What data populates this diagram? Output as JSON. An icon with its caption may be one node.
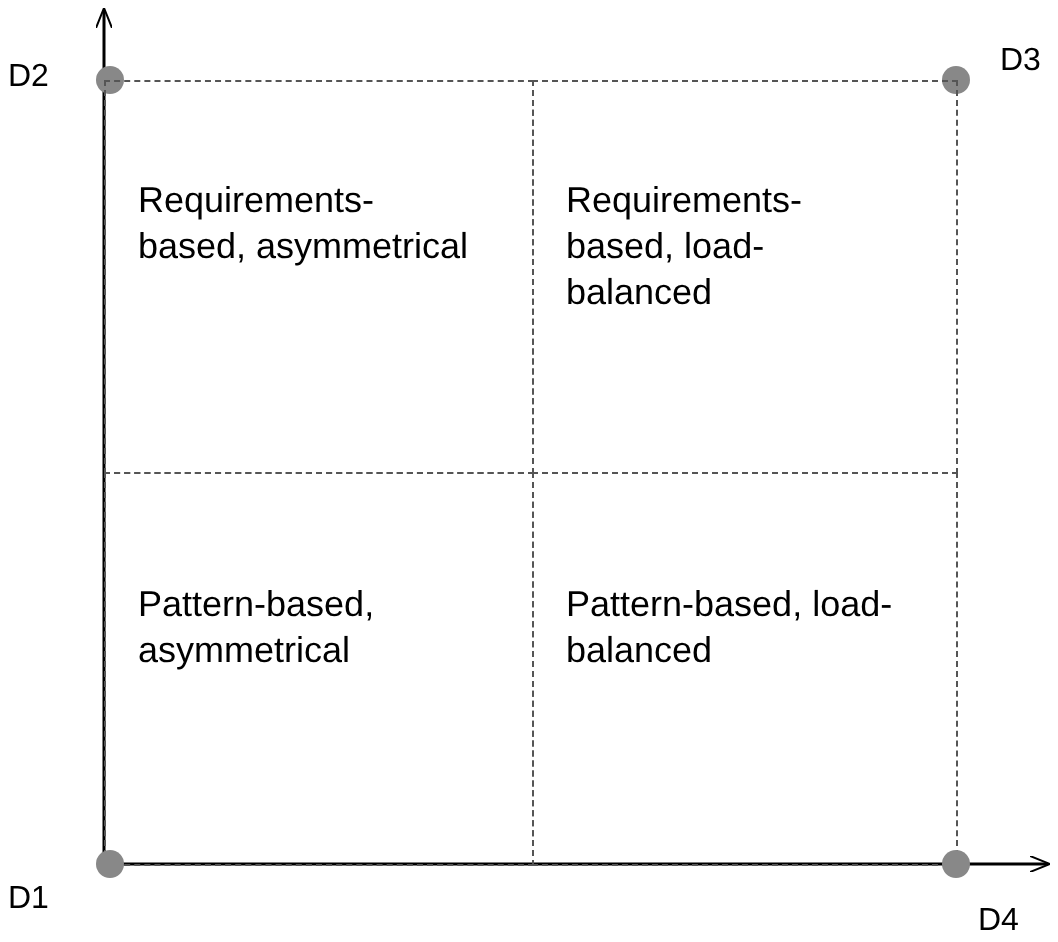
{
  "diagram": {
    "nodes": [
      {
        "text": [],
        "shape": "circle",
        "beside": [
          "D2"
        ]
      },
      {
        "text": [],
        "shape": "circle",
        "beside": [
          "D3"
        ]
      },
      {
        "text": [
          "Requirements-based, asymmetrical"
        ]
      },
      {
        "text": [
          "Requirements-based, load-balanced"
        ]
      },
      {
        "text": [
          "Pattern-based, asymmetrical"
        ]
      },
      {
        "text": [
          "Pattern-based, load-balanced"
        ]
      },
      {
        "text": [],
        "shape": "circle",
        "beside": [
          "D1"
        ]
      },
      {
        "text": [],
        "shape": "circle",
        "beside": [
          "D4"
        ]
      }
    ],
    "edges": []
  }
}
